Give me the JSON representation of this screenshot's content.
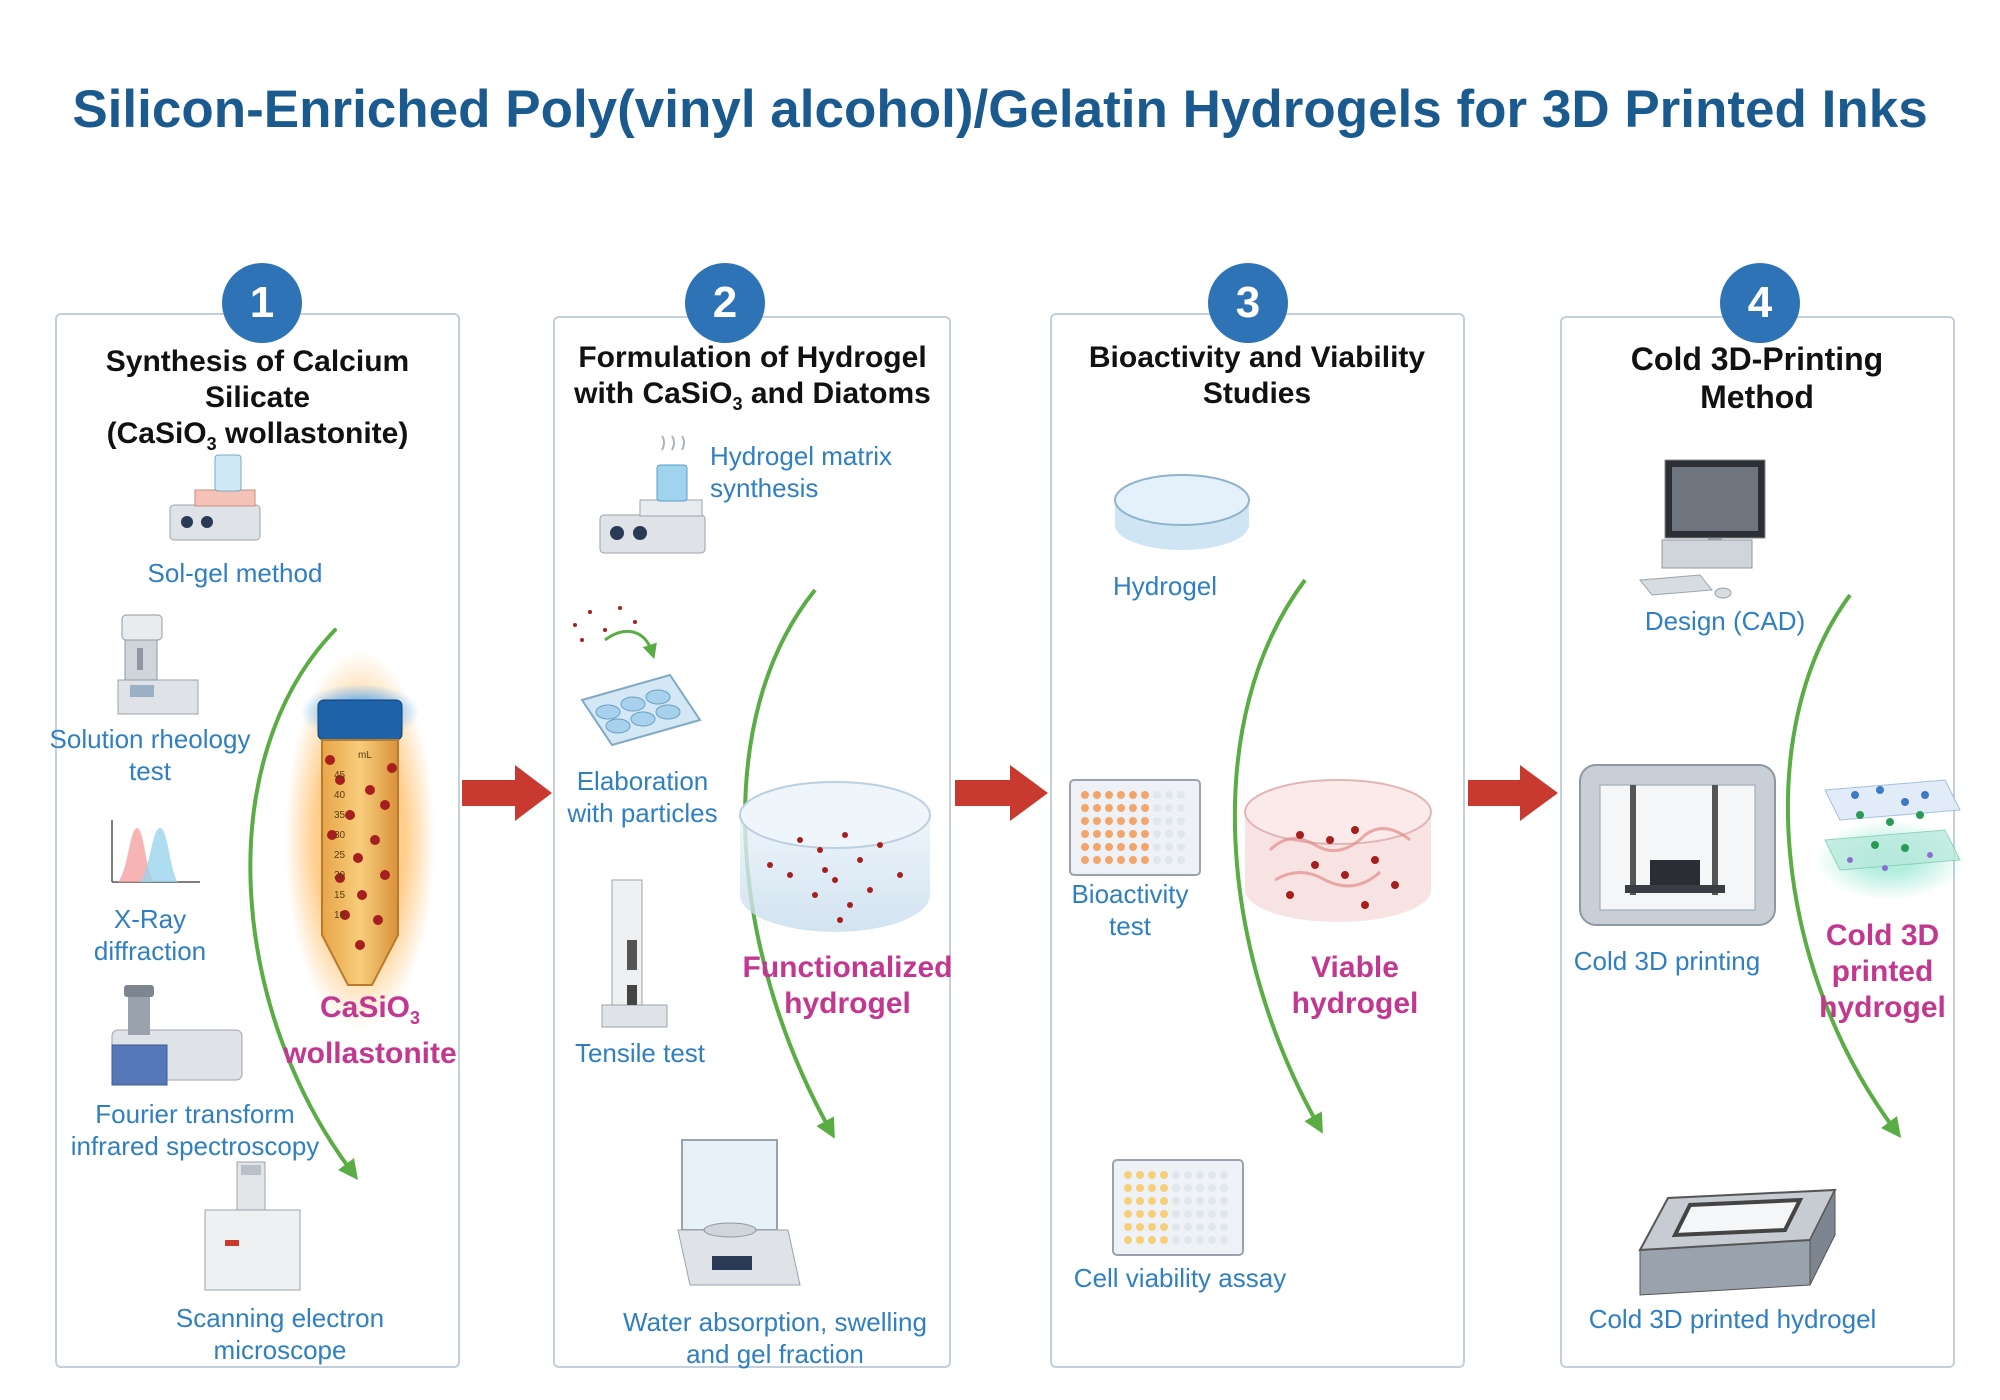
{
  "title": "Silicon-Enriched Poly(vinyl alcohol)/Gelatin Hydrogels for 3D Printed Inks",
  "colors": {
    "title": "#1b5a8e",
    "step_circle": "#2e73b6",
    "label": "#2f7fc1",
    "result": "#c2378f",
    "arrow": "#c83a30",
    "curve": "#5aac44",
    "border": "#c3cfdb"
  },
  "panels": [
    {
      "number": "1",
      "title_line1": "Synthesis of Calcium",
      "title_line2": "Silicate",
      "title_line3_a": "(CaSiO",
      "title_line3_sub": "3",
      "title_line3_b": " wollastonite)",
      "items": {
        "sol_gel": "Sol-gel method",
        "rheology_1": "Solution rheology",
        "rheology_2": "test",
        "xrd_1": "X-Ray",
        "xrd_2": "diffraction",
        "ftir_1": "Fourier transform",
        "ftir_2": "infrared spectroscopy",
        "sem_1": "Scanning electron",
        "sem_2": "microscope"
      },
      "result_a": "CaSiO",
      "result_sub": "3",
      "result_b": "wollastonite",
      "tube_scale": [
        "mL",
        "45",
        "40",
        "35",
        "30",
        "25",
        "20",
        "15",
        "10"
      ]
    },
    {
      "number": "2",
      "title_line1": "Formulation of Hydrogel",
      "title_line2_a": "with CaSiO",
      "title_line2_sub": "3",
      "title_line2_b": " and Diatoms",
      "items": {
        "matrix_1": "Hydrogel matrix",
        "matrix_2": "synthesis",
        "elab_1": "Elaboration",
        "elab_2": "with particles",
        "tensile": "Tensile test",
        "water_1": "Water absorption, swelling",
        "water_2": "and gel fraction"
      },
      "result_1": "Functionalized",
      "result_2": "hydrogel"
    },
    {
      "number": "3",
      "title_line1": "Bioactivity and Viability",
      "title_line2": "Studies",
      "items": {
        "hydrogel": "Hydrogel",
        "bio_1": "Bioactivity",
        "bio_2": "test",
        "cell": "Cell viability assay"
      },
      "result_1": "Viable",
      "result_2": "hydrogel"
    },
    {
      "number": "4",
      "title_line1": "Cold 3D-Printing",
      "title_line2": "Method",
      "items": {
        "design": "Design (CAD)",
        "printing": "Cold 3D printing",
        "printed": "Cold 3D printed hydrogel"
      },
      "result_1": "Cold 3D",
      "result_2": "printed",
      "result_3": "hydrogel"
    }
  ]
}
